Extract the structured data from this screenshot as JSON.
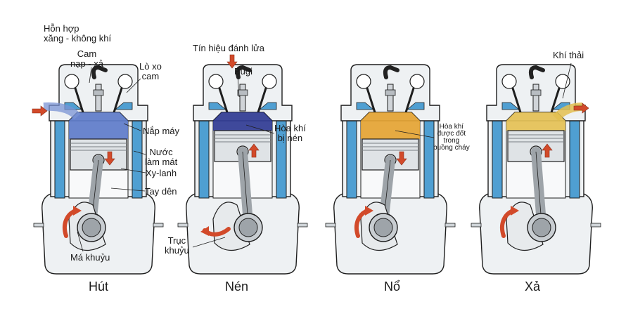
{
  "labels": {
    "fuel_air_mix_line1": "Hỗn hợp",
    "fuel_air_mix_line2": "xăng - không khí",
    "intake_exhaust_cam_line1": "Cam",
    "intake_exhaust_cam_line2": "nạp - xả",
    "cam_spring_line1": "Lò xo",
    "cam_spring_line2": "cam",
    "cylinder_head": "Nắp máy",
    "coolant_line1": "Nước",
    "coolant_line2": "làm mát",
    "cylinder": "Xy-lanh",
    "connecting_rod": "Tay dên",
    "crank_web": "Má khuỷu",
    "ignition_signal": "Tín hiệu đánh lửa",
    "spark_plug": "Bugi",
    "compressed_mix_line1": "Hòa khí",
    "compressed_mix_line2": "bị nén",
    "crankshaft_line1": "Trục",
    "crankshaft_line2": "khuỷu",
    "burned_mix_line1": "Hòa khí",
    "burned_mix_line2": "được đốt",
    "burned_mix_line3": "trong",
    "burned_mix_line4": "buồng cháy",
    "exhaust_gas": "Khí thải"
  },
  "stages": [
    {
      "name": "Hút",
      "gas_color": "#5a78c8",
      "piston": "down",
      "crank": "cw"
    },
    {
      "name": "Nén",
      "gas_color": "#2a3590",
      "piston": "up",
      "crank": "ccw"
    },
    {
      "name": "Nổ",
      "gas_color": "#e3a12e",
      "piston": "down",
      "crank": "cw"
    },
    {
      "name": "Xả",
      "gas_color": "#e3bf50",
      "piston": "up",
      "crank": "cw"
    }
  ],
  "colors": {
    "coolant": "#4f9fd2",
    "engine_block": "#eef1f3",
    "arrow": "#d24a2a",
    "outline": "#1e1e1e"
  }
}
